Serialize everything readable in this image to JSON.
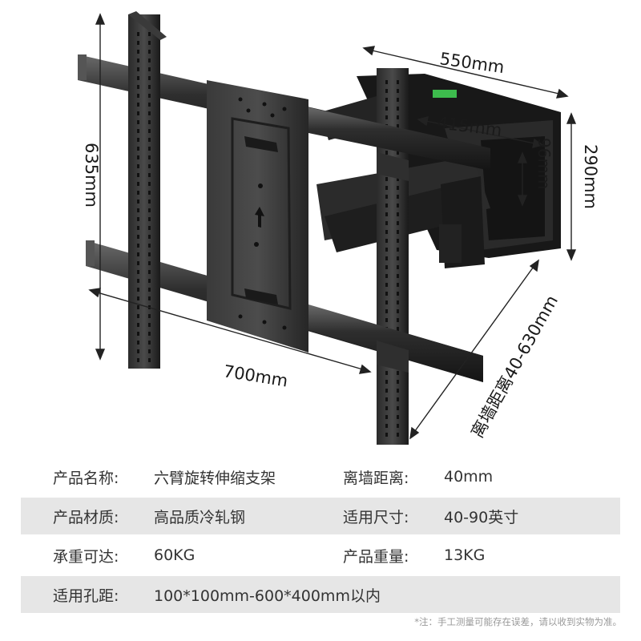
{
  "dimensions": {
    "height_label": "635mm",
    "top_width_label": "550mm",
    "inner_width_label": "415mm",
    "inner_height_label": "96mm",
    "right_height_label": "290mm",
    "bottom_width_label": "700mm",
    "wall_distance_label": "离墙距离40-630mm"
  },
  "specs": [
    {
      "label1": "产品名称:",
      "value1": "六臂旋转伸缩支架",
      "label2": "离墙距离:",
      "value2": "40mm",
      "shaded": false
    },
    {
      "label1": "产品材质:",
      "value1": "高品质冷轧钢",
      "label2": "适用尺寸:",
      "value2": "40-90英寸",
      "shaded": true
    },
    {
      "label1": "承重可达:",
      "value1": "60KG",
      "label2": "产品重量:",
      "value2": "13KG",
      "shaded": false
    },
    {
      "label1": "适用孔距:",
      "value1": "100*100mm-600*400mm以内",
      "shaded": true
    }
  ],
  "note": "*注：手工测量可能存在误差，请以收到实物为准。",
  "colors": {
    "metal_dark": "#1c1c1c",
    "metal_mid": "#3a3a3a",
    "indicator": "#3dbb4d",
    "row_shade": "#e6e6e6"
  }
}
